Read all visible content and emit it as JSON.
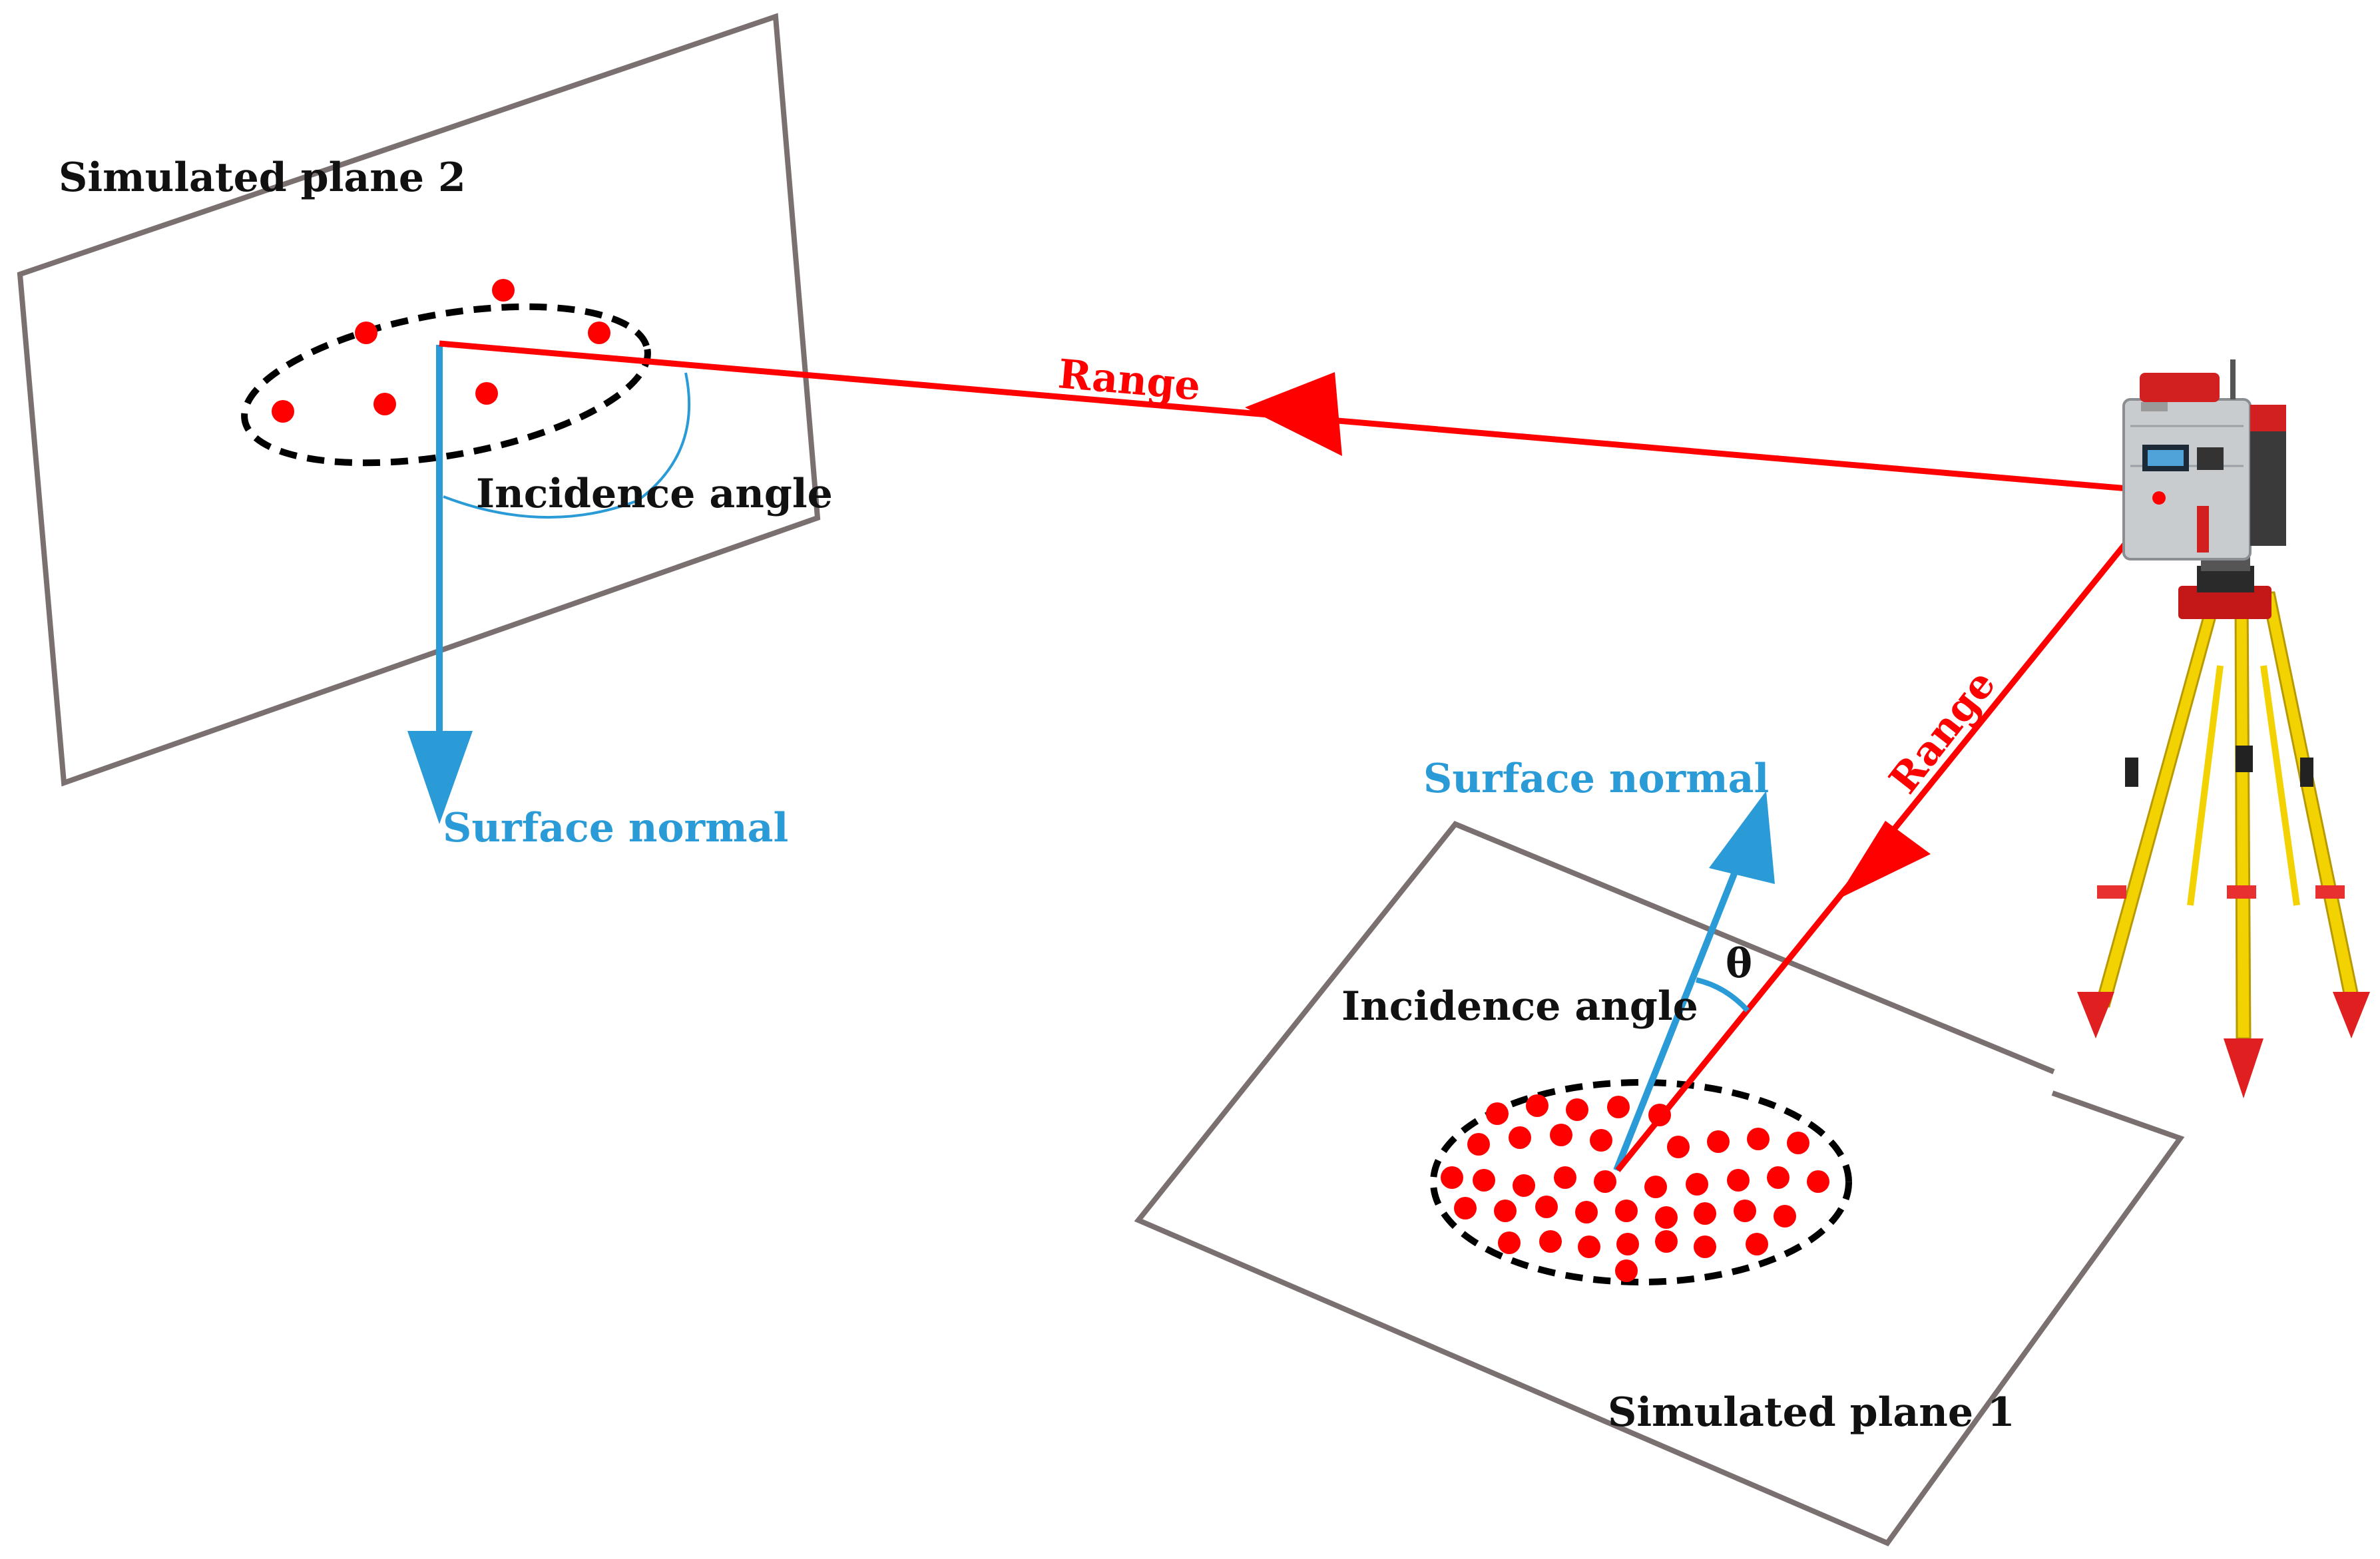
{
  "labels": {
    "plane2_title": "Simulated plane 2",
    "plane1_title": "Simulated plane 1",
    "range_top": "Range",
    "range_diag": "Range",
    "incidence_angle_top": "Incidence angle",
    "incidence_angle_bottom": "Incidence angle",
    "surface_normal_top": "Surface normal",
    "surface_normal_bottom": "Surface normal",
    "theta": "θ"
  },
  "colors": {
    "range": "#ff0000",
    "normal": "#2a9bd7",
    "plane_outline": "#7a7070",
    "points": "#ff0000",
    "ellipse": "#000000",
    "text": "#111111"
  },
  "plane2_point_count": 6,
  "plane1_point_count": 40,
  "scanner_icon": "laser-scanner-on-tripod"
}
